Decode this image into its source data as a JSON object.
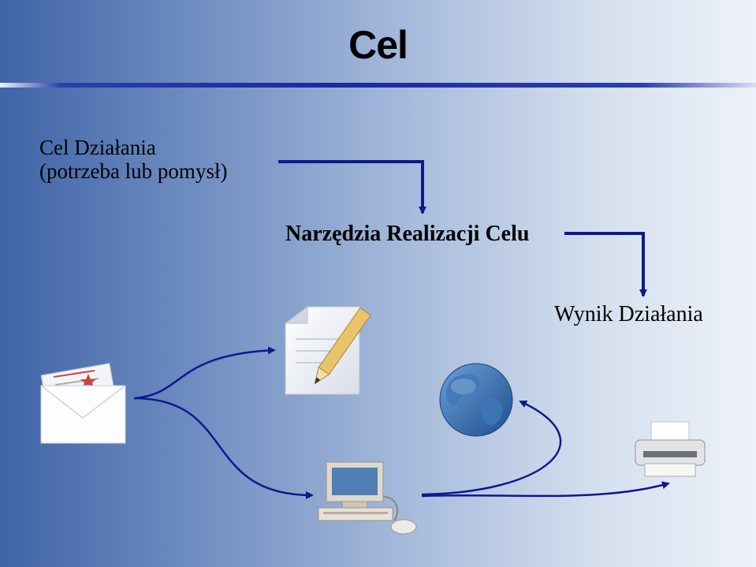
{
  "slide": {
    "title": "Cel",
    "goal_line1": "Cel Działania",
    "goal_line2": "(potrzeba lub pomysł)",
    "tools": "Narzędzia Realizacji Celu",
    "result": "Wynik Działania"
  },
  "icons": [
    "envelope-icon",
    "document-pencil-icon",
    "globe-icon",
    "computer-icon",
    "printer-icon"
  ],
  "colors": {
    "arrow": "#0d1a8c",
    "rule": "#1a2aa0"
  }
}
